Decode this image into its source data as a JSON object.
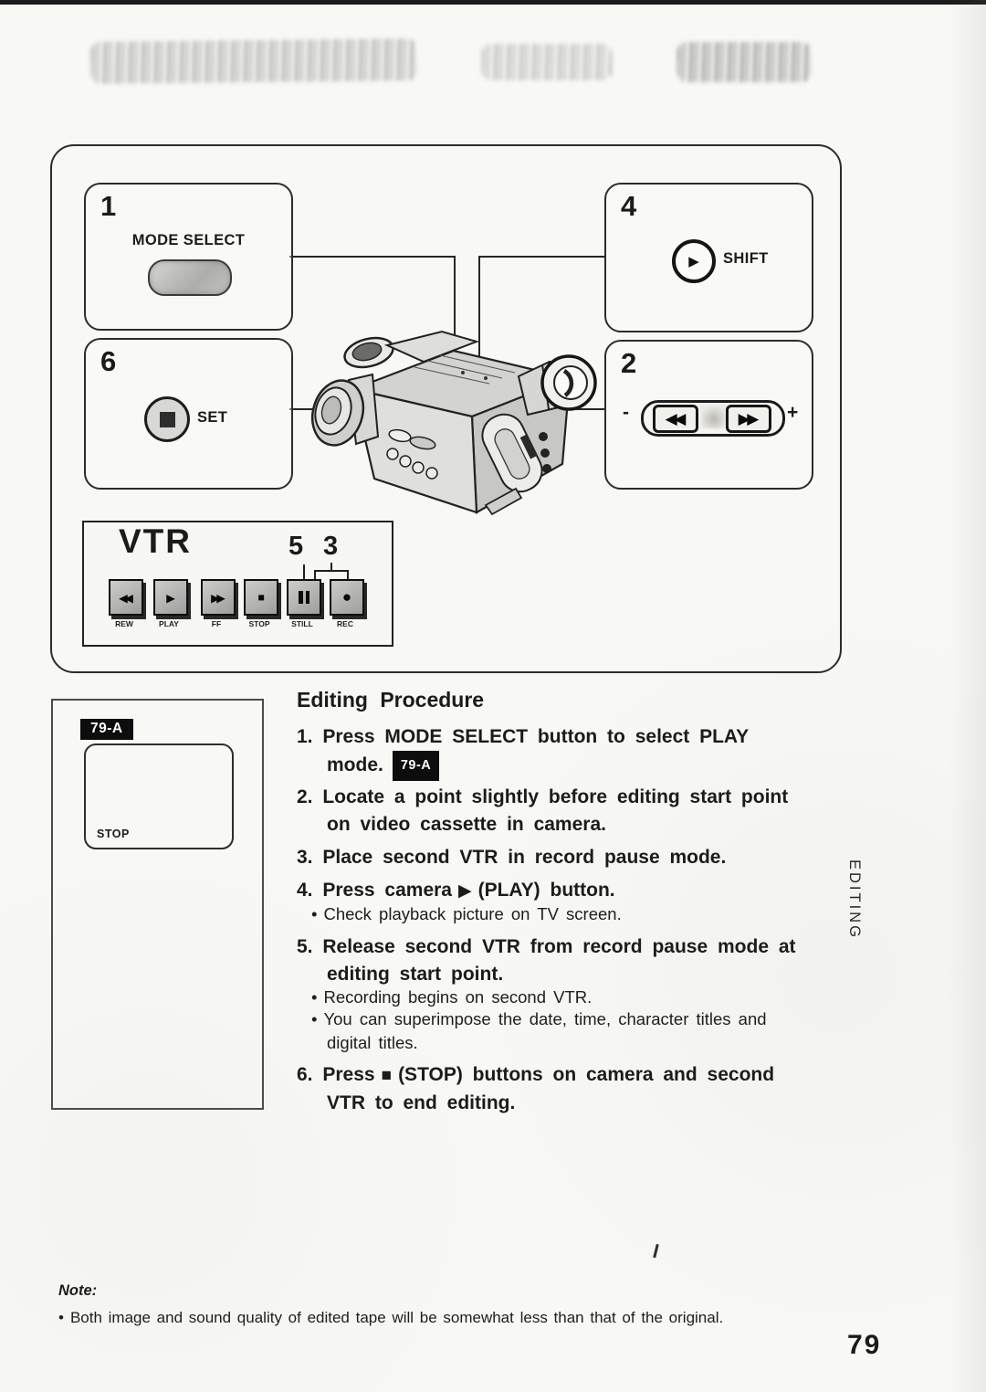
{
  "page": {
    "number": "79",
    "edge_label": "EDITING"
  },
  "diagram": {
    "callout1": {
      "num": "1",
      "label": "MODE SELECT"
    },
    "callout4": {
      "num": "4",
      "label": "SHIFT",
      "play_glyph": "▶"
    },
    "callout6": {
      "num": "6",
      "label": "SET"
    },
    "callout2": {
      "num": "2",
      "minus": "-",
      "plus": "+",
      "rew_glyph": "◀◀",
      "ff_glyph": "▶▶"
    },
    "vtr": {
      "title": "VTR",
      "num5": "5",
      "num3": "3",
      "buttons": [
        {
          "name": "rewind",
          "glyph": "◀◀",
          "label": "REW"
        },
        {
          "name": "play",
          "glyph": "▶",
          "label": "PLAY"
        },
        {
          "name": "fast-forward",
          "glyph": "▶▶",
          "label": "FF"
        },
        {
          "name": "stop",
          "glyph": "■",
          "label": "STOP"
        },
        {
          "name": "still",
          "glyph": "pause-bars",
          "label": "STILL"
        },
        {
          "name": "record",
          "glyph": "●",
          "label": "REC"
        }
      ]
    }
  },
  "screen_panel": {
    "tag": "79-A",
    "screen_label": "STOP"
  },
  "procedure": {
    "heading": "Editing Procedure",
    "bullet_char": "•",
    "step1": {
      "num": "1.",
      "line1": "Press MODE SELECT button to select PLAY",
      "line2": "mode.",
      "badge": "79-A"
    },
    "step2": {
      "num": "2.",
      "line1": "Locate a point slightly before editing start point",
      "line2": "on video cassette in camera."
    },
    "step3": {
      "num": "3.",
      "line1": "Place second VTR in record pause mode."
    },
    "step4": {
      "num": "4.",
      "pre": "Press camera",
      "icon": "▶",
      "post": "(PLAY) button.",
      "bullet": "Check playback picture on TV screen."
    },
    "step5": {
      "num": "5.",
      "line1": "Release second VTR from record pause mode at",
      "line2": "editing start point.",
      "bullet1": "Recording begins on second VTR.",
      "bullet2a": "You can superimpose the date, time, character titles and",
      "bullet2b": "digital titles."
    },
    "step6": {
      "num": "6.",
      "pre": "Press",
      "icon": "■",
      "post": "(STOP) buttons on camera and second",
      "line2": "VTR to end editing."
    }
  },
  "note": {
    "heading": "Note:",
    "bullet": "Both image and sound quality of edited tape will be somewhat less than that of the original."
  },
  "colors": {
    "ink": "#1b1b1b",
    "paper": "#f8f8f5",
    "badge_bg": "#0d0d0d"
  }
}
